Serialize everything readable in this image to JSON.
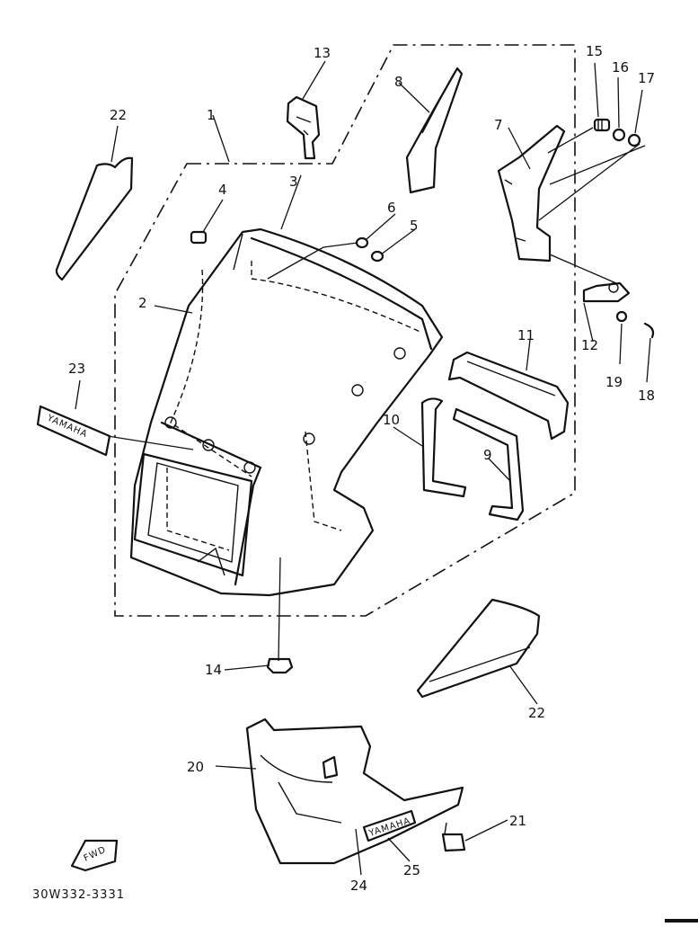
{
  "diagram": {
    "callouts": [
      {
        "id": "c1",
        "text": "1"
      },
      {
        "id": "c2",
        "text": "2"
      },
      {
        "id": "c3",
        "text": "3"
      },
      {
        "id": "c4",
        "text": "4"
      },
      {
        "id": "c5",
        "text": "5"
      },
      {
        "id": "c6",
        "text": "6"
      },
      {
        "id": "c7",
        "text": "7"
      },
      {
        "id": "c8",
        "text": "8"
      },
      {
        "id": "c9",
        "text": "9"
      },
      {
        "id": "c10",
        "text": "10"
      },
      {
        "id": "c11",
        "text": "11"
      },
      {
        "id": "c12",
        "text": "12"
      },
      {
        "id": "c13",
        "text": "13"
      },
      {
        "id": "c14",
        "text": "14"
      },
      {
        "id": "c15",
        "text": "15"
      },
      {
        "id": "c16",
        "text": "16"
      },
      {
        "id": "c17",
        "text": "17"
      },
      {
        "id": "c18",
        "text": "18"
      },
      {
        "id": "c19",
        "text": "19"
      },
      {
        "id": "c20",
        "text": "20"
      },
      {
        "id": "c21",
        "text": "21"
      },
      {
        "id": "c22a",
        "text": "22"
      },
      {
        "id": "c22b",
        "text": "22"
      },
      {
        "id": "c23",
        "text": "23"
      },
      {
        "id": "c24",
        "text": "24"
      },
      {
        "id": "c25",
        "text": "25"
      }
    ],
    "emblem_text_1": "YAMAHA",
    "emblem_text_2": "YAMAHA",
    "fwd_mark": "FWD",
    "reference_code": "30W332-3331"
  }
}
